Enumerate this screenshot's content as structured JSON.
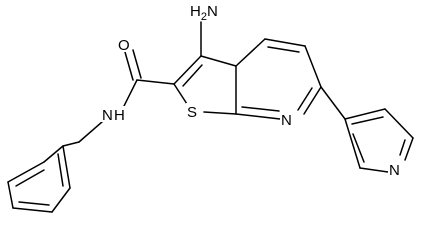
{
  "molecule": {
    "atom_labels": {
      "amine": {
        "main": "H",
        "sub": "2",
        "tail": "N"
      },
      "carbonyl_o": "O",
      "amide_n": "N",
      "amide_h": "H",
      "thiophene_s": "S",
      "pyridine_n": "N",
      "pyridyl_n": "N"
    }
  }
}
